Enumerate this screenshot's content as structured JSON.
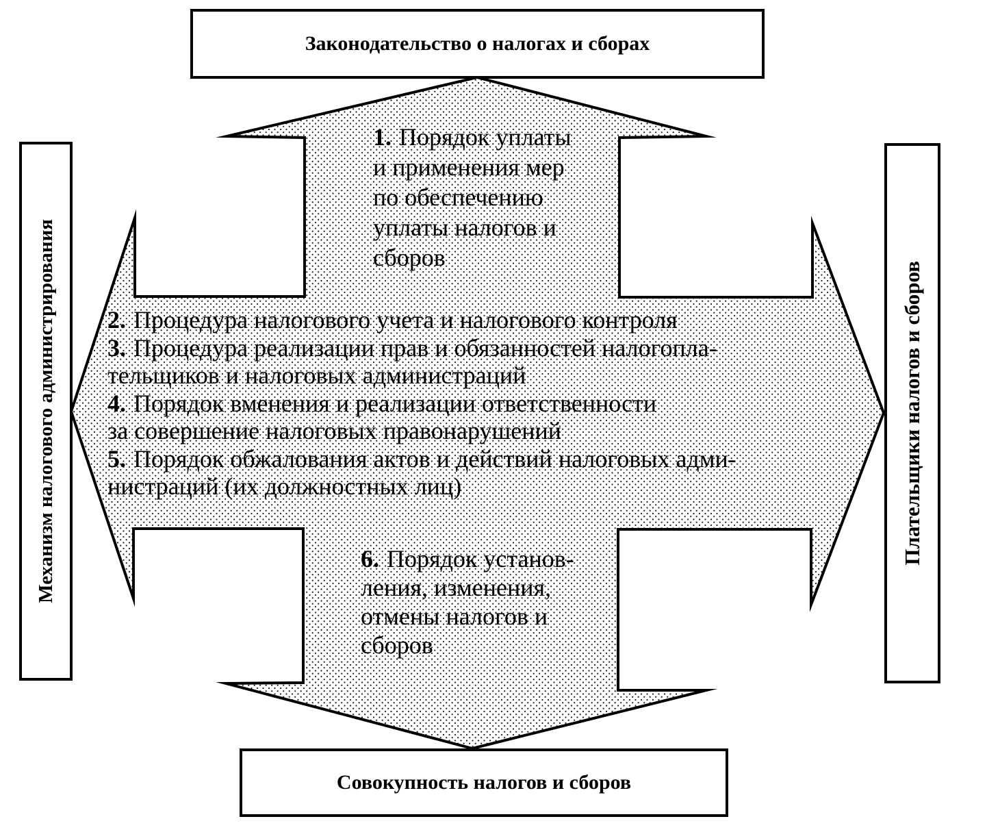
{
  "diagram": {
    "background": "#ffffff",
    "ink_color": "#000000",
    "stipple_color": "#1a1a1a",
    "boxes": {
      "top": {
        "label": "Законодательство о налогах и сборах"
      },
      "bottom": {
        "label": "Совокупность налогов и сборов"
      },
      "left": {
        "label": "Механизм налогового администрирования"
      },
      "right": {
        "label": "Плательщики налогов и сборов"
      }
    },
    "arrow_items": {
      "item1": {
        "num": "1.",
        "lines": [
          "Порядок уплаты",
          "и применения мер",
          "по обеспечению",
          "уплаты налогов и",
          "сборов"
        ]
      },
      "item2": {
        "num": "2.",
        "lines": [
          "Процедура налогового учета и налогового контроля"
        ]
      },
      "item3": {
        "num": "3.",
        "lines": [
          "Процедура реализации прав и обязанностей налогопла-",
          "тельщиков и налоговых администраций"
        ]
      },
      "item4": {
        "num": "4.",
        "lines": [
          "Порядок вменения и реализации ответственности",
          "за совершение налоговых правонарушений"
        ]
      },
      "item5": {
        "num": "5.",
        "lines": [
          "Порядок обжалования актов и действий налоговых адми-",
          "нистраций (их должностных лиц)"
        ]
      },
      "item6": {
        "num": "6.",
        "lines": [
          "Порядок установ-",
          "ления, изменения,",
          "отмены налогов и",
          "сборов"
        ]
      }
    }
  }
}
